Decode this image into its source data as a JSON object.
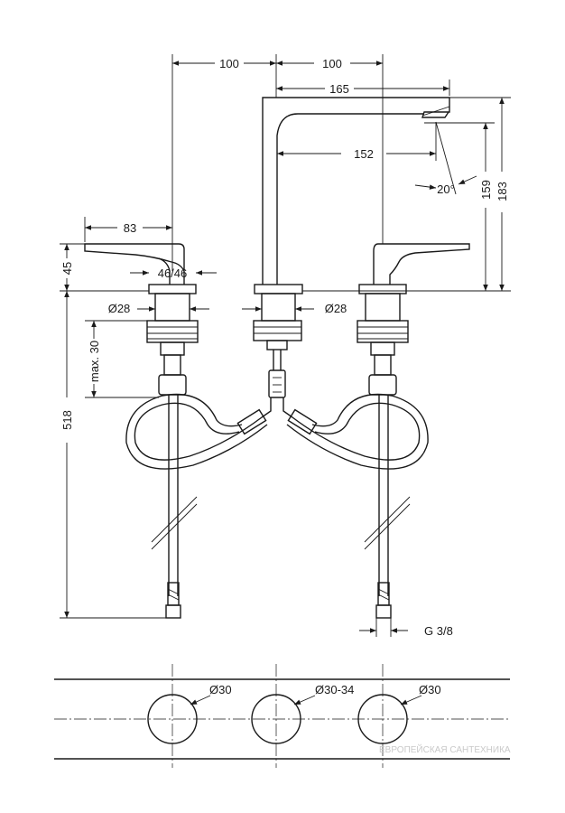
{
  "dimensions": {
    "d_100_left": "100",
    "d_100_right": "100",
    "d_165": "165",
    "d_152": "152",
    "d_20deg": "20°",
    "d_159": "159",
    "d_183": "183",
    "d_83": "83",
    "d_45": "45",
    "d_46_46": "46/46",
    "d_28_left": "Ø28",
    "d_28_right": "Ø28",
    "d_max30": "max. 30",
    "d_518": "518",
    "d_g38": "G 3/8"
  },
  "holes": {
    "left": "Ø30",
    "center": "Ø30-34",
    "right": "Ø30"
  },
  "watermark": {
    "line1": "ЕВРОПЕЙСКАЯ САНТЕХНИКА"
  },
  "colors": {
    "ink": "#1a1a1a",
    "background": "#ffffff",
    "watermark": "#c9c9c9"
  }
}
